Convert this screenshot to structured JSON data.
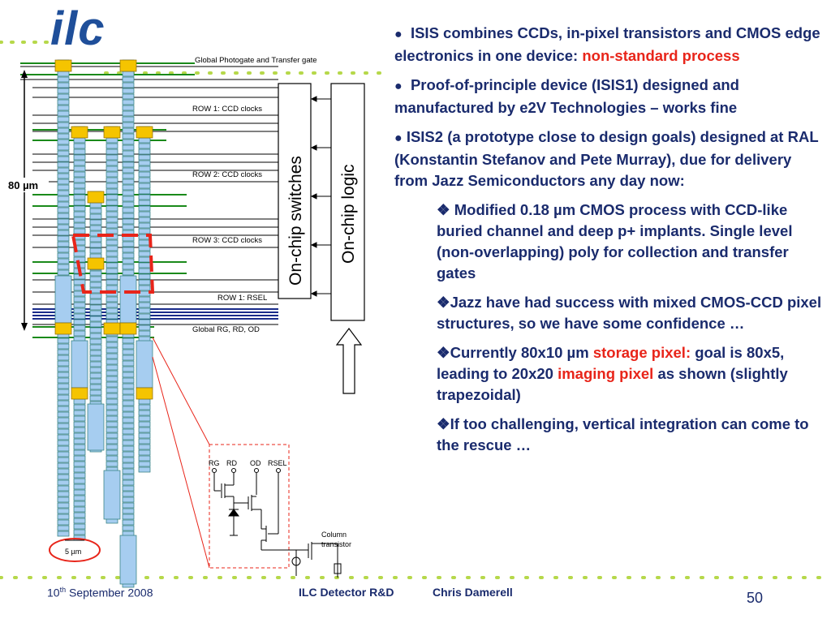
{
  "logo": "ilc",
  "diagram": {
    "label_global_photogate": "Global Photogate and Transfer gate",
    "label_row1_ccd": "ROW 1: CCD clocks",
    "label_row2_ccd": "ROW 2: CCD clocks",
    "label_row3_ccd": "ROW 3: CCD clocks",
    "label_row1_rsel": "ROW 1: RSEL",
    "label_global_rg": "Global RG, RD, OD",
    "box_switches": "On-chip switches",
    "box_logic": "On-chip logic",
    "dimension_80": "80 µm",
    "dimension_5": "5 µm",
    "circuit_rg": "RG",
    "circuit_rd": "RD",
    "circuit_od": "OD",
    "circuit_rsel": "RSEL",
    "column_transistor_1": "Column",
    "column_transistor_2": "transistor",
    "colors": {
      "pixel_blue": "#a6cdf0",
      "gate_yellow": "#f5c400",
      "line_green": "#1a8a1a",
      "line_blue": "#1a2b8a",
      "accent_red": "#e8251a"
    }
  },
  "bullets": {
    "b1": "ISIS combines CCDs, in-pixel transistors and CMOS edge electronics in one device: ",
    "b1_red": "non-standard process",
    "b2": "Proof-of-principle device (ISIS1) designed and manufactured by e2V Technologies – works fine",
    "b3": "ISIS2 (a prototype close to design goals) designed at RAL (Konstantin Stefanov and Pete Murray), due for delivery from Jazz Semiconductors any day now:",
    "s1": "Modified 0.18 µm CMOS process with CCD-like buried channel and deep p+ implants.  Single level (non-overlapping) poly for collection and transfer gates",
    "s2": "Jazz have had success with mixed CMOS-CCD pixel structures, so we have some confidence …",
    "s3_a": "Currently 80x10 µm ",
    "s3_red1": "storage pixel:",
    "s3_b": " goal is 80x5, leading to 20x20 ",
    "s3_red2": "imaging pixel",
    "s3_c": " as shown (slightly trapezoidal)",
    "s4": "If too challenging, vertical integration can come to the rescue …"
  },
  "footer": {
    "date_day": "10",
    "date_sup": "th",
    "date_rest": " September 2008",
    "center": "ILC Detector R&D",
    "author": "Chris Damerell",
    "page": "50"
  }
}
